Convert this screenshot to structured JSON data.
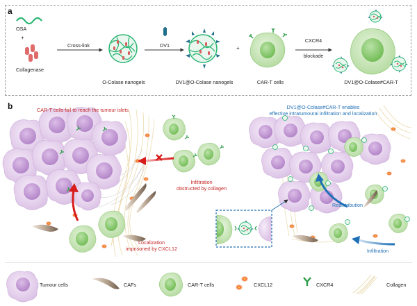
{
  "panel_a": {
    "label": "a",
    "osa": "OSA",
    "plus1": "+",
    "collagenase": "Collagenase",
    "cross_link": "Cross-link",
    "ocolase_nanogels": "O-Colase nanogels",
    "dv1": "DV1",
    "dv1_ocolase_nanogels": "DV1@O-Colase nanogels",
    "plus2": "+",
    "cart_cells": "CAR-T cells",
    "cxcr4_line1": "CXCR4",
    "cxcr4_line2": "blockade",
    "product": "DV1@O-Colase#CAR-T"
  },
  "panel_b": {
    "label": "b",
    "left_title": "CAR-T cells fail to reach the tumour islets",
    "infiltration_line1": "Infiltration",
    "infiltration_line2": "obstructed by collagen",
    "localization_line1": "Localization",
    "localization_line2": "imprisoned by CXCL12",
    "right_title_line1": "DV1@O-Colase#CAR-T enables",
    "right_title_line2": "effective intratumoural infiltration and localization",
    "redistribution": "Redistribution",
    "infiltration_right": "Infiltration"
  },
  "legend": {
    "tumour": "Tumour cells",
    "cafs": "CAFs",
    "cart": "CAR-T cells",
    "cxcl12": "CXCL12",
    "cxcr4": "CXCR4",
    "collagen": "Collagen"
  },
  "colors": {
    "red_text": "#c62828",
    "blue_text": "#1e6fb5",
    "tumour_fill": "#ead9f0",
    "tumour_nucleus": "#c99fd8",
    "cart_fill": "#cfe9c2",
    "cart_nucleus": "#8fcf74",
    "receptor": "#2e9d4a",
    "cxcl12": "#e8551f",
    "osa": "#2bb673",
    "collagenase": "#e06b6b",
    "dv1": "#1f6f8a"
  }
}
